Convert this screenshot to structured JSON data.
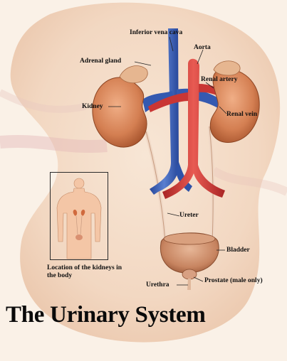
{
  "title": "The Urinary System",
  "labels": {
    "inferior_vena_cava": "Inferior vena cava",
    "adrenal_gland": "Adrenal gland",
    "aorta": "Aorta",
    "renal_artery": "Renal artery",
    "kidney": "Kidney",
    "renal_vein": "Renal vein",
    "ureter": "Ureter",
    "bladder": "Bladder",
    "prostate": "Prostate (male only)",
    "urethra": "Urethra"
  },
  "inset_caption": "Location of the kidneys in the body",
  "colors": {
    "background_kidney": "#f4ddc8",
    "kidney": "#d98a5a",
    "kidney_dark": "#a85a34",
    "vein": "#3a5fb8",
    "artery": "#d23c3a",
    "bladder": "#c98a68",
    "title": "#0a0a0a"
  }
}
